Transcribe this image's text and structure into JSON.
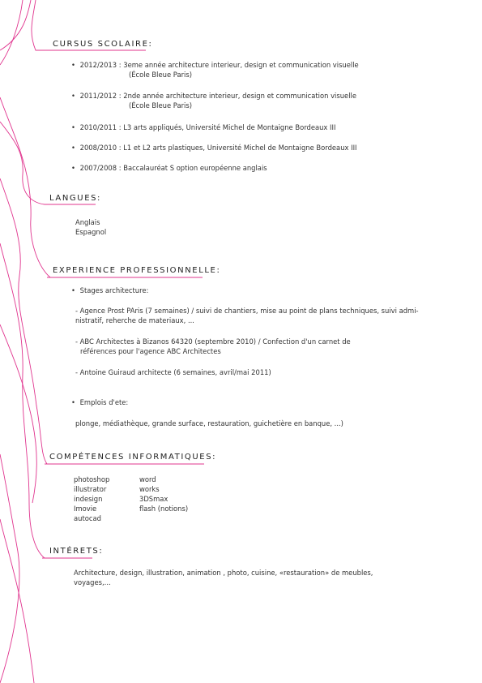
{
  "decoration": {
    "accent_color": "#e0348e"
  },
  "cursus": {
    "title": "CURSUS SCOLAIRE:",
    "items": [
      {
        "years": "2012/2013 :",
        "line1": "3eme année architecture interieur, design et communication visuelle",
        "line2": "(École Bleue Paris)"
      },
      {
        "years": "2011/2012 :",
        "line1": "2nde année architecture interieur, design et communication visuelle",
        "line2": "(École Bleue Paris)"
      },
      {
        "years": "2010/2011 :",
        "line1": "L3 arts appliqués, Université Michel de Montaigne Bordeaux III"
      },
      {
        "years": "2008/2010 :",
        "line1": "L1 et L2 arts plastiques, Université Michel de Montaigne Bordeaux III"
      },
      {
        "years": "2007/2008 :",
        "line1": "Baccalauréat S option européenne anglais"
      }
    ]
  },
  "langues": {
    "title": "LANGUES:",
    "items": [
      "Anglais",
      "Espagnol"
    ]
  },
  "experience": {
    "title": "EXPERIENCE PROFESSIONNELLE:",
    "stages_label": "Stages architecture:",
    "stage1_line1": "- Agence Prost PAris (7 semaines) / suivi de chantiers, mise au point de plans techniques, suivi admi-",
    "stage1_line2": "nistratif, reherche de materiaux, ...",
    "stage2_line1": "- ABC Architectes à Bizanos 64320 (septembre 2010) / Confection d'un carnet de",
    "stage2_line2": "références pour l'agence ABC Architectes",
    "stage3": "- Antoine Guiraud architecte (6 semaines, avril/mai 2011)",
    "emplois_label": "Emplois d'ete:",
    "emplois_text": "plonge, médiathèque, grande surface, restauration, guichetière en banque, ...)"
  },
  "competences": {
    "title": "COMPÉTENCES INFORMATIQUES:",
    "col1": [
      "photoshop",
      "illustrator",
      "indesign",
      "Imovie",
      "autocad"
    ],
    "col2": [
      "word",
      "works",
      "3DSmax",
      "flash (notions)"
    ]
  },
  "interets": {
    "title": "INTÉRETS:",
    "line1": "Architecture, design, illustration, animation , photo, cuisine, «restauration» de meubles,",
    "line2": "voyages,..."
  }
}
